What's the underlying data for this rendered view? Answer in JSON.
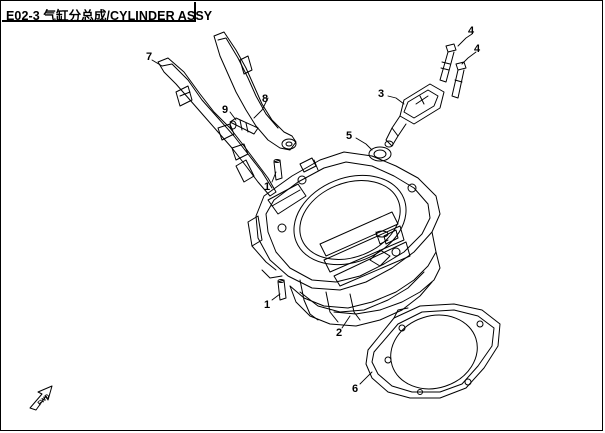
{
  "title": "E02-3 气缸分总成/CYLINDER ASSY",
  "callouts": {
    "c1a": "1",
    "c1b": "1",
    "c2": "2",
    "c3": "3",
    "c4a": "4",
    "c4b": "4",
    "c5": "5",
    "c6": "6",
    "c7": "7",
    "c8": "8",
    "c9": "9"
  },
  "fwd_label": "FWD",
  "parts": [
    {
      "id": "1",
      "icon": "dowel-pin-icon"
    },
    {
      "id": "2",
      "icon": "cylinder-block-icon"
    },
    {
      "id": "3",
      "icon": "chain-tensioner-icon"
    },
    {
      "id": "4",
      "icon": "bolt-icon"
    },
    {
      "id": "5",
      "icon": "gasket-ring-icon"
    },
    {
      "id": "6",
      "icon": "cylinder-gasket-icon"
    },
    {
      "id": "7",
      "icon": "chain-guide-icon"
    },
    {
      "id": "8",
      "icon": "chain-tensioner-guide-icon"
    },
    {
      "id": "9",
      "icon": "pivot-bolt-icon"
    }
  ]
}
